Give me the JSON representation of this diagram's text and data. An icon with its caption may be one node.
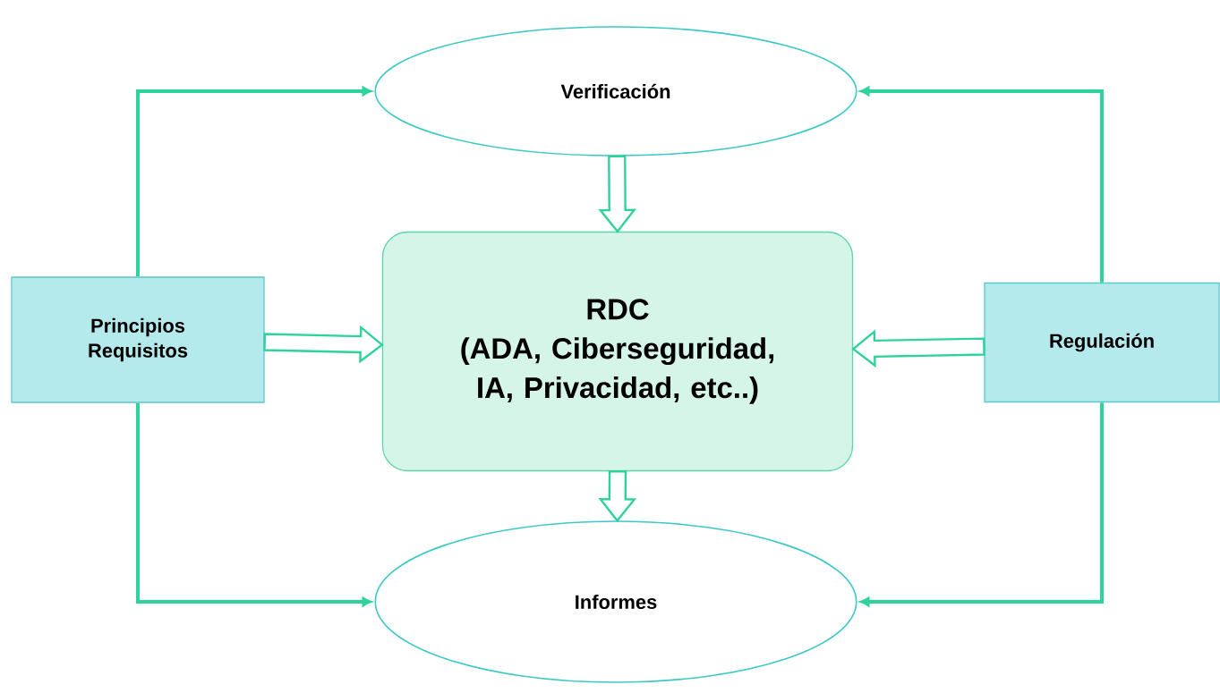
{
  "diagram": {
    "nodes": [
      {
        "text": [
          "Verificación"
        ]
      },
      {
        "text": [
          "Principios",
          "Requisitos"
        ]
      },
      {
        "text": [
          "RDC",
          "(ADA, Ciberseguridad, IA, Privacidad, etc..)"
        ]
      },
      {
        "text": [
          "Regulación"
        ]
      },
      {
        "text": [
          "Informes"
        ]
      }
    ],
    "edges": [
      {
        "from": 1,
        "to": 0,
        "arrow": "to"
      },
      {
        "from": 1,
        "to": 4,
        "arrow": "to"
      },
      {
        "from": 3,
        "to": 0,
        "arrow": "to"
      },
      {
        "from": 3,
        "to": 4,
        "arrow": "to"
      },
      {
        "from": 0,
        "to": 2,
        "arrow": "to",
        "style": "thick"
      },
      {
        "from": 1,
        "to": 2,
        "arrow": "to",
        "style": "thick"
      },
      {
        "from": 3,
        "to": 2,
        "arrow": "to",
        "style": "thick"
      },
      {
        "from": 2,
        "to": 4,
        "arrow": "to",
        "style": "thick"
      }
    ]
  }
}
